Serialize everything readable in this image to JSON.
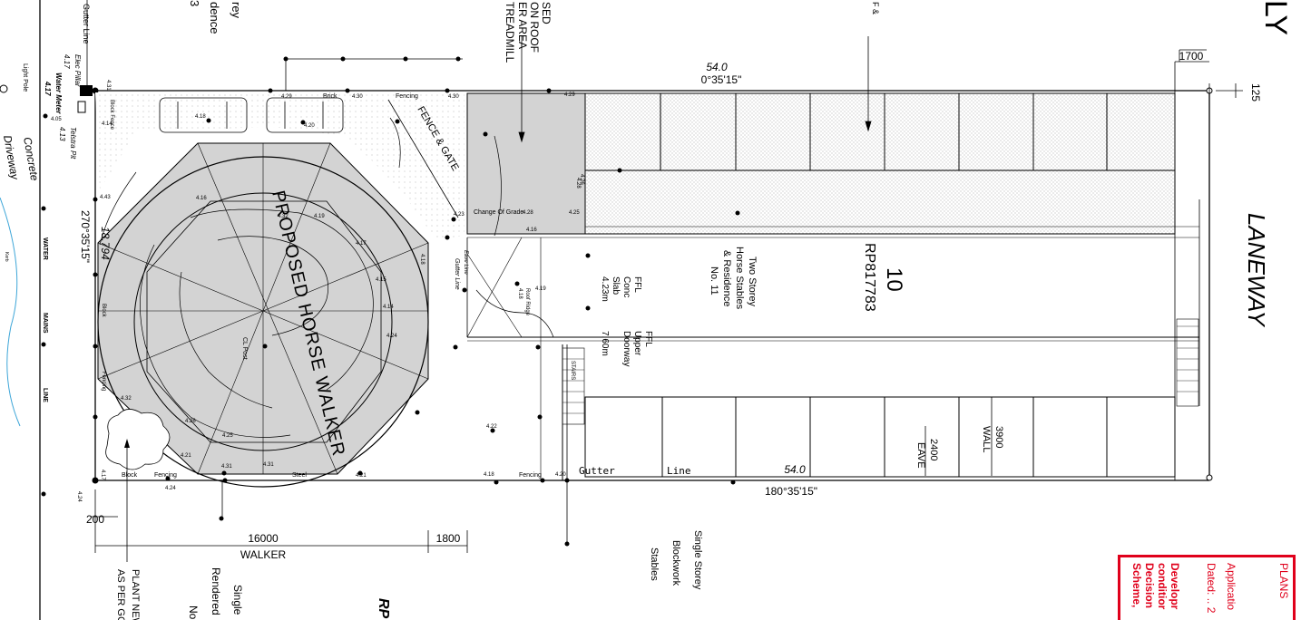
{
  "top_left_fragments": [
    "Gutter Line",
    "rey",
    "dence",
    "3"
  ],
  "top_center_fragments": [
    "SED",
    "ON ROOF",
    "ER AREA",
    "TREADMILL"
  ],
  "top_right_fragment": "F &",
  "corner_letters": "LY",
  "left_labels": {
    "concrete": "Concrete",
    "driveway": "Driveway",
    "elec_pillar": "Elec Pillar",
    "elec_level": "4.17",
    "water_meter": "Water Meter",
    "water_level": "4.17",
    "telstra_pit": "Telstra Pit",
    "telstra_level": "4.13",
    "light_pole": "Light Pole",
    "water_main": "WATER",
    "mains": "MAINS",
    "line": "LINE",
    "kerb": "Kerb"
  },
  "site": {
    "north_length": "54.0",
    "north_bearing": "0°35'15\"",
    "south_length": "54.0",
    "south_bearing": "180°35'15\"",
    "west_length": "18.794",
    "west_bearing": "270°35'15\"",
    "lot_number": "10",
    "plan_number": "RP817783",
    "laneway": "LANEWAY"
  },
  "building": {
    "description_lines": [
      "Two Storey",
      "Horse Stables",
      "& Residence",
      "No. 11"
    ],
    "ffl_conc": [
      "FFL",
      "Conc",
      "Slab",
      "4.23m"
    ],
    "ffl_upper": [
      "FFL",
      "Upper",
      "Doorway",
      "7.60m"
    ],
    "stairs": "STAIRS",
    "gutter_line_vertical": "Gutter Line",
    "eave_line": "Eave Line",
    "roof_ridge": "Roof Ridge",
    "rl": "4.18"
  },
  "walker": {
    "title": "PROPOSED HORSE WALKER",
    "post_marker": "CL Post"
  },
  "fence_labels": {
    "fence_gate": "FENCE & GATE",
    "brick": "Brick",
    "fencing_top": "Fencing",
    "block": "Block",
    "fencing_left": "Fencing",
    "block_bottom": "Block",
    "fencing_bottom": "Fencing",
    "steel": "Steel",
    "fencing_bottom_right": "Fencing",
    "gutter_bottom": "Gutter",
    "line_bottom": "Line",
    "block_fence_top": "Block Fence",
    "change_of_grade": "Change Of   Grade"
  },
  "levels": {
    "lv_a": "4.31",
    "lv_b": "4.29",
    "lv_c": "4.30",
    "lv_d": "4.30",
    "lv_e": "4.29",
    "lv_f": "4.05",
    "lv_g": "4.14",
    "lv_h": "4.18",
    "lv_i": "4.20",
    "lv_j": "4.23",
    "lv_k": "4.28",
    "lv_l": "4.25",
    "lv_m": "4.26",
    "lv_n": "4.16",
    "lv_o": "4.32",
    "lv_p": "4.19",
    "lv_q": "4.17",
    "lv_r": "4.15",
    "lv_s": "4.14",
    "lv_t": "4.24",
    "lv_u": "4.18",
    "lv_v": "4.21",
    "lv_w": "4.31",
    "lv_x": "4.31",
    "lv_y": "4.21",
    "lv_z": "4.18",
    "lv_aa": "4.22",
    "lv_ab": "4.20",
    "lv_ac": "4.19",
    "lv_ad": "4.16",
    "lv_ae": "4.32",
    "lv_af": "4.26",
    "lv_ag": "4.25",
    "lv_ah": "4.24",
    "lv_ai": "4.17",
    "lv_aj": "4.43",
    "lv_ak": "4.24",
    "lv_al": "4.28"
  },
  "dimensions": {
    "d1700": "1700",
    "d125": "125",
    "d200": "200",
    "d16000": "16000",
    "walker_label": "WALKER",
    "d1800": "1800",
    "d2400": "2400",
    "eave": "EAVE",
    "d3900": "3900",
    "wall": "WALL"
  },
  "bottom_labels": {
    "plant": [
      "PLANT NEW",
      "AS PER GC"
    ],
    "rendered": "Rendered",
    "single_storey_left": "Single",
    "no_fragment": "No",
    "rp_fragment": "RP",
    "single_storey_blockwork": [
      "Single Storey",
      "Blockwork",
      "Stables"
    ]
  },
  "stamp": {
    "lines": [
      "PLANS",
      "Applicatio",
      "Dated: .. 2",
      "Developr",
      "conditior",
      "Decision",
      "Scheme,"
    ]
  },
  "colors": {
    "hatch_fill": "#d3d3d3",
    "line": "#000000",
    "stamp_red": "#e0001b",
    "water_line": "#3ea6d8"
  }
}
